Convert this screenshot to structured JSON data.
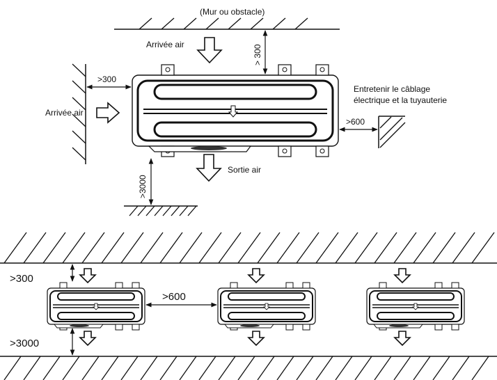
{
  "top_view": {
    "wall_label": "(Mur ou obstacle)",
    "air_inlet_top": "Arrivée air",
    "air_inlet_left": "Arrivée air",
    "air_outlet": "Sortie air",
    "maintenance_line1": "Entretenir le câblage",
    "maintenance_line2": "électrique et la tuyauterie",
    "clear_top": "> 300",
    "clear_left": ">300",
    "clear_right": ">600",
    "clear_bottom": ">3000"
  },
  "row_view": {
    "clear_top": ">300",
    "clear_between": ">600",
    "clear_bottom": ">3000"
  }
}
